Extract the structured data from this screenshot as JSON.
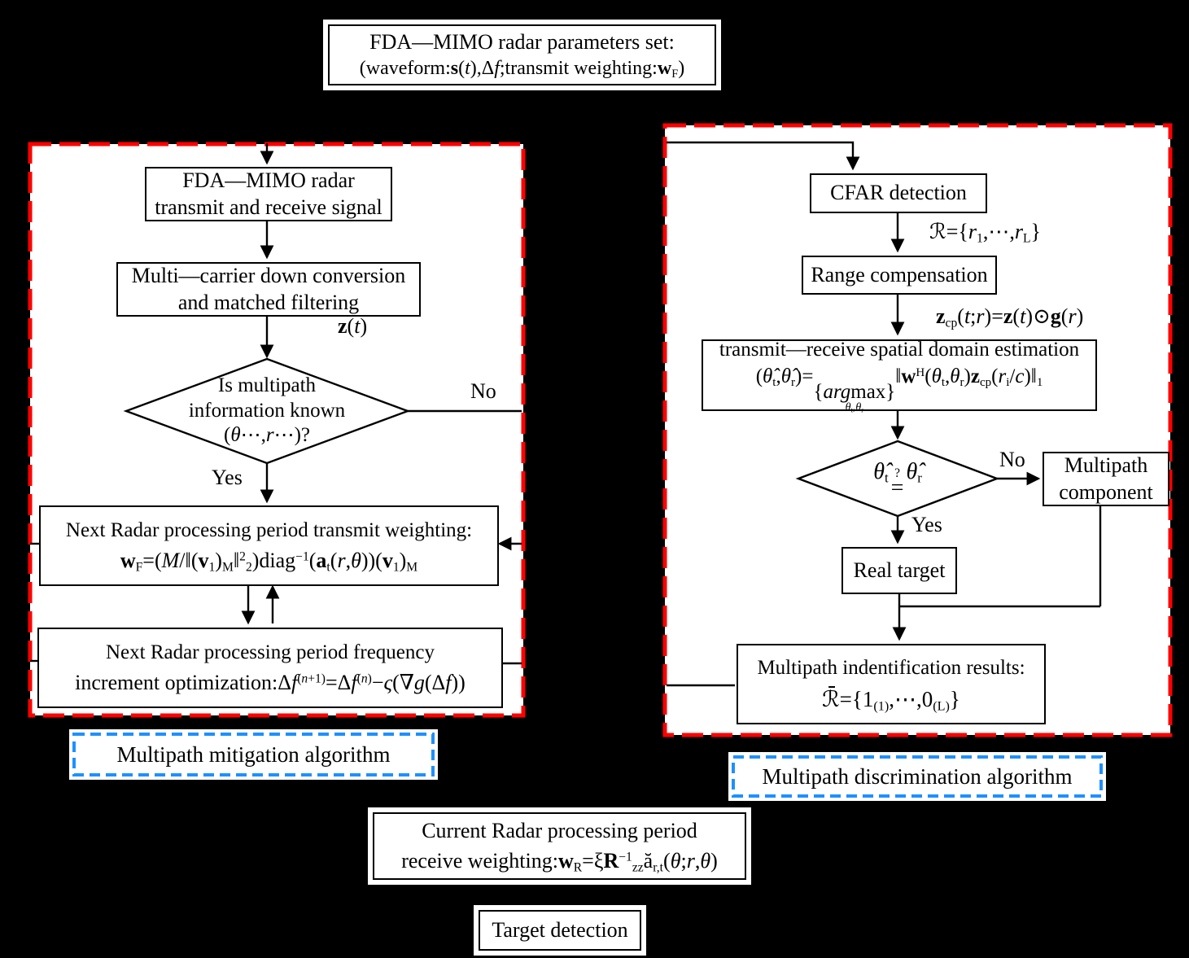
{
  "colors": {
    "background": "#000000",
    "box_fill": "#ffffff",
    "box_border": "#000000",
    "red_dashed": "#ff0000",
    "blue_dashed": "#1e90ff"
  },
  "top_box": {
    "line1": "FDA—MIMO radar parameters set:",
    "line2": "(waveform:**s**(*t*),Δ*f*;transmit weighting:**w**_{F})"
  },
  "left_panel": {
    "transmit_receive_box": {
      "line1": "FDA—MIMO radar",
      "line2": "transmit and receive signal"
    },
    "downconversion_box": {
      "line1": "Multi—carrier down conversion",
      "line2": "and matched filtering"
    },
    "z_label": "**z**(*t*)",
    "decision": {
      "line1": "Is multipath",
      "line2": "information known",
      "line3": "(*θ*⋯,*r*⋯)?",
      "no": "No",
      "yes": "Yes"
    },
    "weighting_box": {
      "line1": "Next Radar processing period transmit weighting:",
      "line2": "**w**_{F}=(*M*/‖(**v**_{1})_{M}‖^{2}_{2})diag^{−1}(**a**_{t}(*r*,*θ*))(**v**_{1})_{M}"
    },
    "frequency_box": {
      "line1": "Next Radar processing period frequency",
      "line2": "increment optimization:Δ*f*^{(*n*+1)}=Δ*f*^{(*n*)}−*ς*(∇*g*(Δ*f*))"
    },
    "caption": "Multipath mitigation algorithm"
  },
  "right_panel": {
    "cfar_box": "CFAR detection",
    "r_set_label": "ℛ={*r*_{1},⋯,*r*_{L}}",
    "range_box": "Range compensation",
    "zcp_label": "**z**_{cp}(*t*;*r*)=**z**(*t*)⊙**g**(*r*)",
    "estimation_box": {
      "line1": "transmit—receive spatial domain estimation",
      "eq_pre": "(*θ̂*_{t},*θ̂*_{r})=",
      "argmax": "{*arg*max}",
      "argmax_sub": "*θ*_{t},*θ*_{r}",
      "eq_post": "‖**w**^{H}(*θ*_{t},*θ*_{r})**z**_{cp}(*r*_{i}/*c*)‖_{1}"
    },
    "decision": {
      "left": "*θ̂*_{t}",
      "question": "?",
      "eq": "=",
      "right": "*θ̂*_{r}",
      "no": "No",
      "yes": "Yes"
    },
    "multipath_box": {
      "line1": "Multipath",
      "line2": "component"
    },
    "real_target_box": "Real target",
    "results_box": {
      "line1": "Multipath indentification results:",
      "line2": "ℛ̄={1_{(1)},⋯,0_{(L)}}"
    },
    "caption": "Multipath discrimination algorithm"
  },
  "bottom": {
    "current_box": {
      "line1": "Current Radar processing period",
      "line2": "receive weighting:**w**_{R}=ξ**R**^{−1}_{zz}ă_{r,t}(*θ*;*r*,*θ*)"
    },
    "target_box": "Target detection"
  }
}
